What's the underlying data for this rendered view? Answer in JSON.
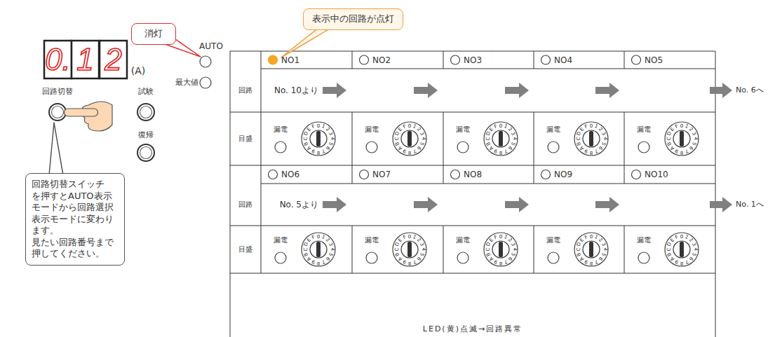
{
  "diagram": {
    "nodes": [
      {
        "text": [
          "表示中の回路が点灯"
        ]
      },
      {
        "text": [
          "消灯"
        ]
      },
      {
        "text": [
          "回路切替スイッチ を押すとAUTO表示 モードから回路選択 表示モードに変わり ます。 見たい回路番号まで 押してください。"
        ]
      }
    ],
    "labels": [
      "AUTO",
      "最大値",
      "0.",
      "1",
      "2",
      "(A)",
      "回路切替",
      "試験",
      "復帰",
      "NO1",
      "NO2",
      "NO3",
      "NO4",
      "NO5",
      "回路",
      "No. 10より",
      "No. 6へ",
      "目盛",
      "漏電",
      "0123456789ABCDEF",
      "漏電",
      "0123456789ABCDEF",
      "漏電",
      "0123456789ABCDEF",
      "漏電",
      "0123456789ABCDEF",
      "漏電",
      "0123456789ABCDEF",
      "NO6",
      "NO7",
      "NO8",
      "NO9",
      "NO10",
      "回路",
      "No. 5より",
      "No. 1へ",
      "目盛",
      "漏電",
      "0123456789ABCDEF",
      "漏電",
      "0123456789ABCDEF",
      "漏電",
      "0123456789ABCDEF",
      "漏電",
      "0123456789ABCDEF",
      "漏電",
      "0123456789ABCDEF",
      "LED(黄)点滅→回路異常"
    ]
  }
}
